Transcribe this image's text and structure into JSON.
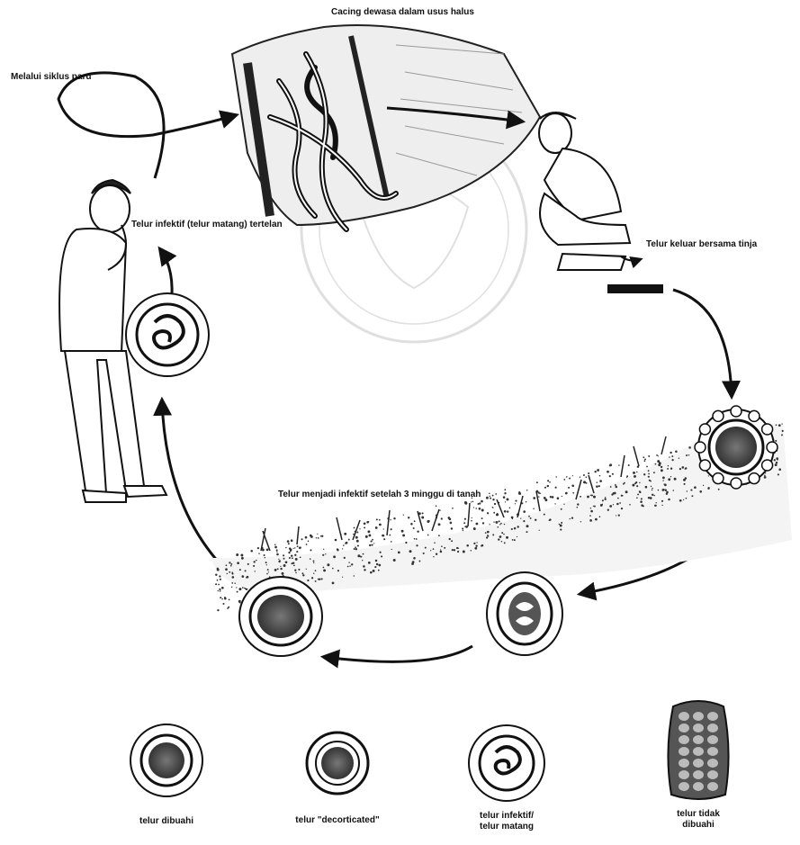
{
  "diagram": {
    "labels": {
      "adult_worms": "Cacing dewasa dalam usus halus",
      "via_lung": "Melalui siklus paru",
      "infective_egg_swallowed": "Telur infektif (telur matang) tertelan",
      "eggs_in_feces": "Telur keluar bersama tinja",
      "eggs_become_infective": "Telur menjadi infektif setelah 3 minggu di tanah"
    },
    "egg_types": [
      {
        "label": "telur dibuahi"
      },
      {
        "label": "telur \"decorticated\""
      },
      {
        "label_line1": "telur infektif/",
        "label_line2": "telur matang"
      },
      {
        "label_line1": "telur tidak",
        "label_line2": "dibuahi"
      }
    ]
  }
}
